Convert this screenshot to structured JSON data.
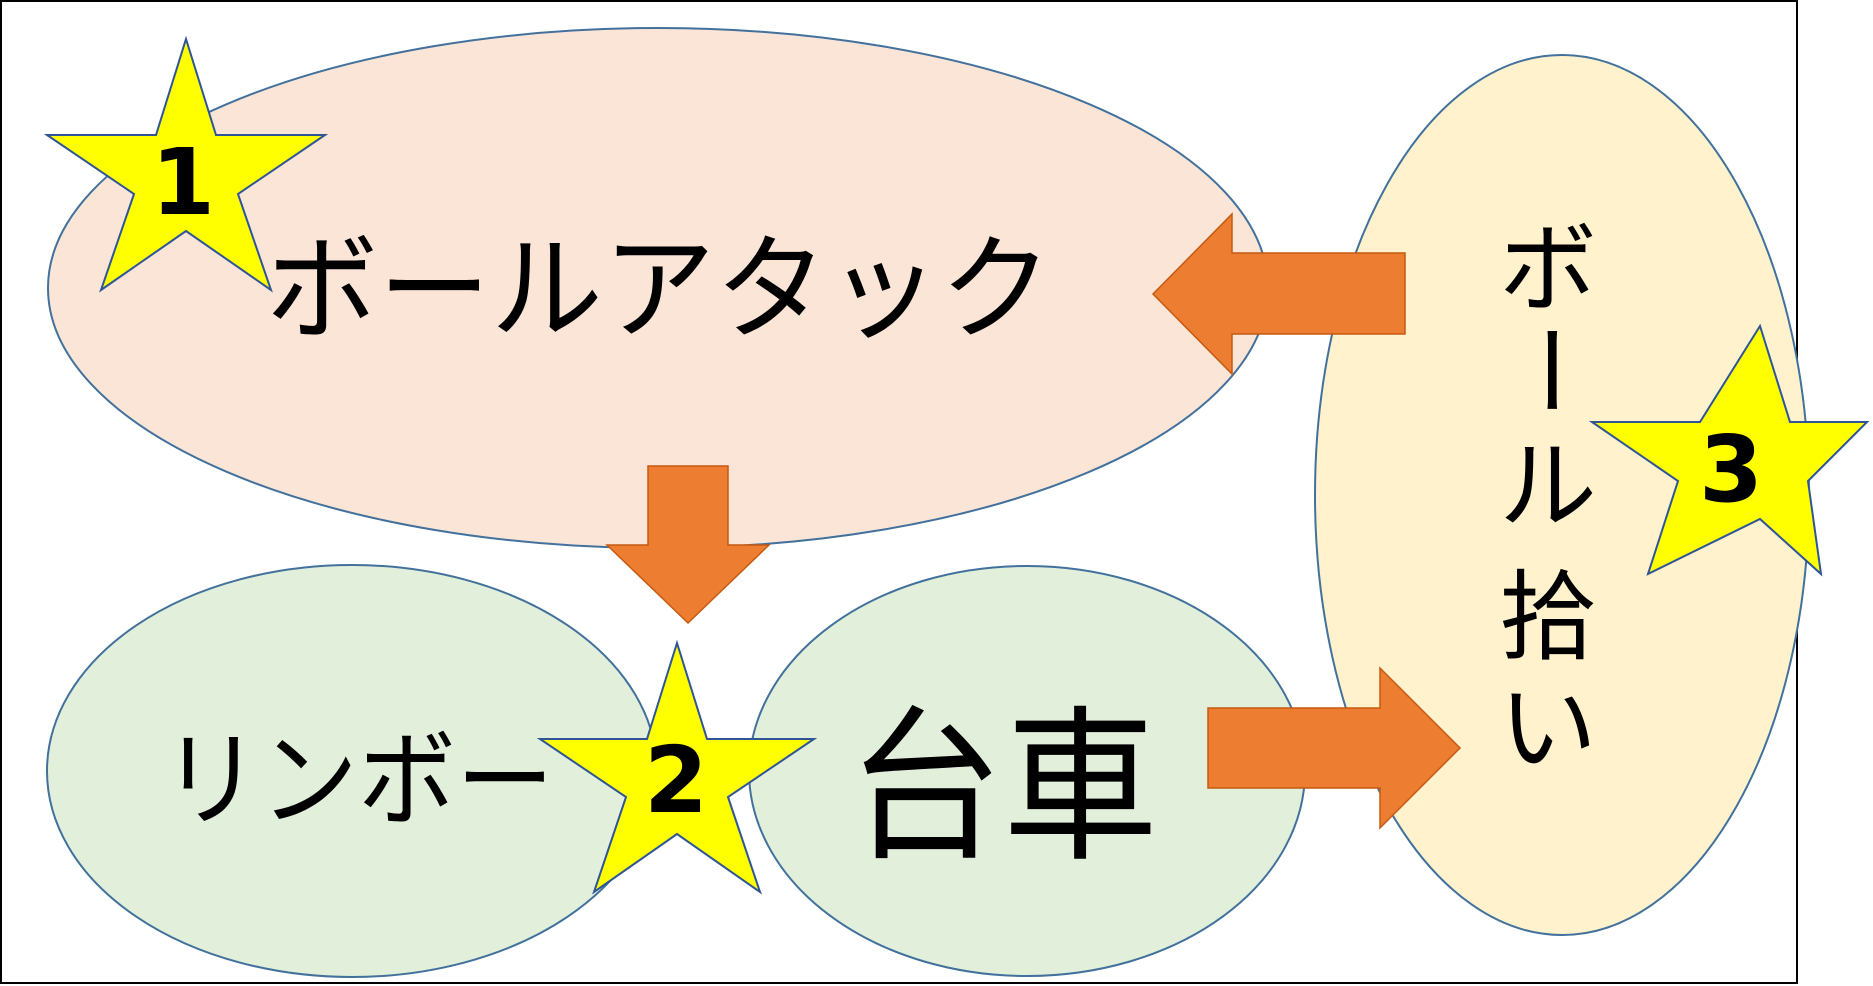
{
  "nodes": {
    "ball_attack": {
      "label": "ボールアタック",
      "fill": "#fbe5d6"
    },
    "limbo": {
      "label": "リンボー",
      "fill": "#e2efda"
    },
    "cart": {
      "label": "台車",
      "fill": "#e2efda"
    },
    "ball_pickup": {
      "label_lines": [
        "ボ",
        "ー",
        "ル",
        "拾",
        "い"
      ],
      "fill": "#fff2cc"
    }
  },
  "stars": [
    {
      "number": "1"
    },
    {
      "number": "2"
    },
    {
      "number": "3"
    }
  ],
  "colors": {
    "node_stroke": "#41719c",
    "arrow_fill": "#ed7d31",
    "arrow_stroke": "#c55a11",
    "star_fill": "#ffff00",
    "star_stroke": "#2f5597",
    "frame": "#000000"
  }
}
